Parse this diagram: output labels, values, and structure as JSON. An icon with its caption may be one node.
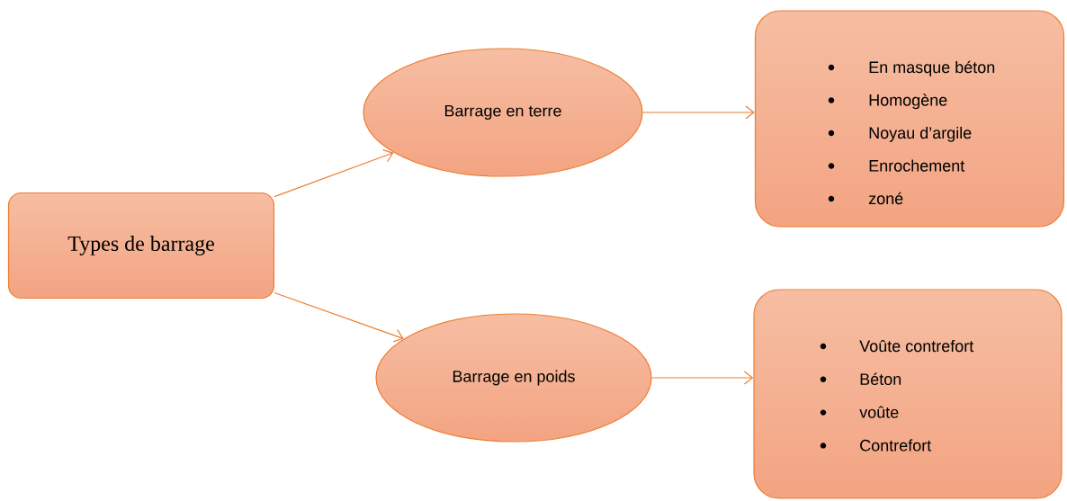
{
  "diagram": {
    "nodes": [
      {
        "text": [
          "Types de barrage"
        ]
      },
      {
        "text": [
          "Barrage en terre"
        ]
      },
      {
        "text": [
          "En masque béton",
          "Homogène",
          "Noyau d’argile",
          "Enrochement",
          "zoné"
        ]
      },
      {
        "text": [
          "Barrage en poids"
        ]
      },
      {
        "text": [
          "Voûte contrefort",
          "Béton",
          "voûte",
          "Contrefort"
        ]
      }
    ],
    "edges": [
      {
        "from": 0,
        "to": 1,
        "arrow": "to"
      },
      {
        "from": 0,
        "to": 3,
        "arrow": "to"
      },
      {
        "from": 1,
        "to": 2,
        "arrow": "to"
      },
      {
        "from": 3,
        "to": 4,
        "arrow": "to"
      }
    ]
  }
}
